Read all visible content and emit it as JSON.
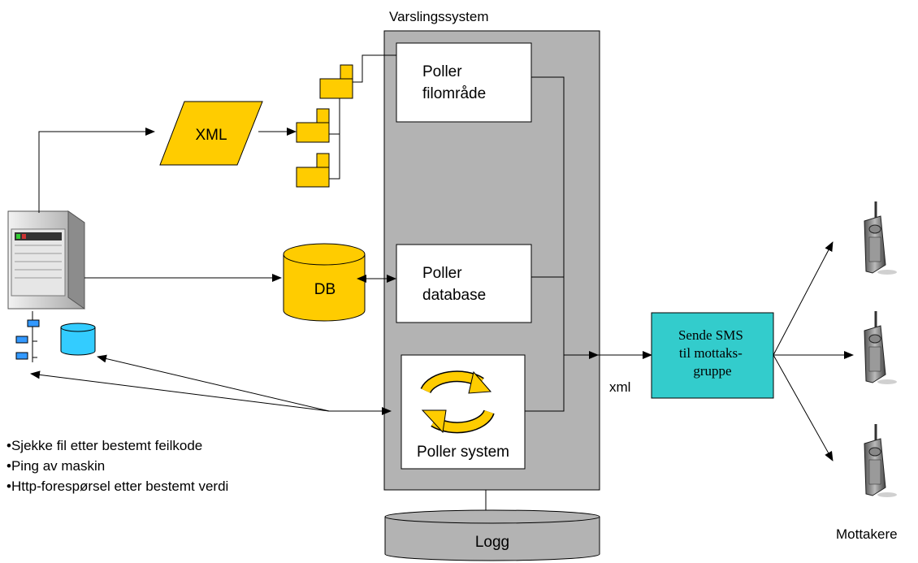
{
  "system": {
    "title": "Varslingssystem"
  },
  "xml_shape": {
    "label": "XML"
  },
  "db": {
    "label": "DB"
  },
  "poller_file": {
    "line1": "Poller",
    "line2": "filområde"
  },
  "poller_db": {
    "line1": "Poller",
    "line2": "database"
  },
  "poller_system": {
    "label": "Poller system"
  },
  "logg": {
    "label": "Logg"
  },
  "sms": {
    "line1": "Sende SMS",
    "line2": "til mottaks-",
    "line3": "gruppe"
  },
  "xml_link": {
    "label": "xml"
  },
  "receivers": {
    "label": "Mottakere"
  },
  "checks": [
    "•Sjekke fil etter bestemt feilkode",
    "•Ping av maskin",
    "•Http-forespørsel etter bestemt verdi"
  ],
  "colors": {
    "system_bg": "#b3b3b3",
    "folder": "#ffcc00",
    "xml": "#ffcc00",
    "db": "#ffcc00",
    "sms": "#33cccc",
    "small_db": "#33ccff",
    "small_folder": "#3399ff",
    "logg": "#b3b3b3",
    "cycle": "#ffcc00"
  }
}
